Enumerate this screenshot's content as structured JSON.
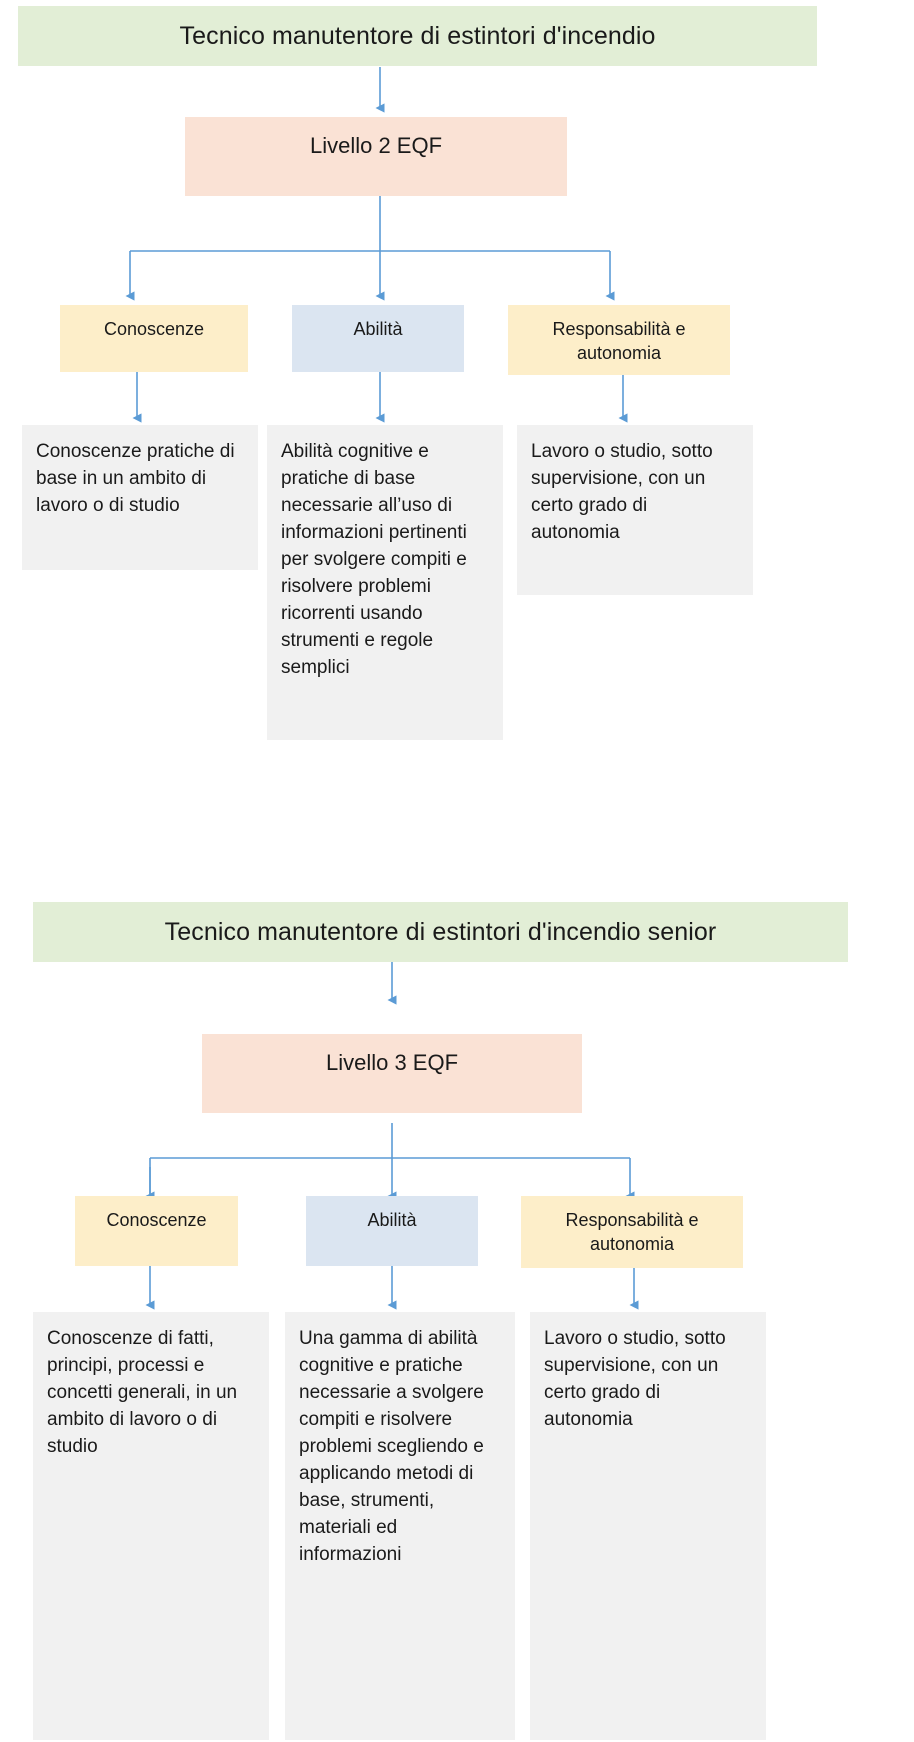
{
  "colors": {
    "title_bg": "#e2eed6",
    "level_bg": "#fae2d5",
    "category_knowledge_bg": "#fdeec9",
    "category_skills_bg": "#dbe5f1",
    "category_responsibility_bg": "#fdeec9",
    "description_bg": "#f1f1f1",
    "connector": "#5b9bd5",
    "text": "#1a1a1a"
  },
  "sections": [
    {
      "id": "section-1",
      "title": "Tecnico manutentore di estintori d'incendio",
      "level": "Livello  2 EQF",
      "categories": [
        {
          "id": "conoscenze",
          "label": "Conoscenze",
          "description": "Conoscenze pratiche di base in un ambito di lavoro o di studio"
        },
        {
          "id": "abilita",
          "label": "Abilità",
          "description": "Abilità cognitive e pratiche di base necessarie all’uso di informazioni pertinenti per svolgere compiti e risolvere problemi ricorrenti usando strumenti e regole semplici"
        },
        {
          "id": "responsabilita-autonomia",
          "label": "Responsabilità e autonomia",
          "description": "Lavoro o studio, sotto supervisione, con un certo grado di autonomia"
        }
      ]
    },
    {
      "id": "section-2",
      "title": "Tecnico manutentore di estintori d'incendio senior",
      "level": "Livello  3 EQF",
      "categories": [
        {
          "id": "conoscenze",
          "label": "Conoscenze",
          "description": "Conoscenze di fatti, principi, processi e concetti generali, in un ambito di lavoro o di studio"
        },
        {
          "id": "abilita",
          "label": "Abilità",
          "description": "Una gamma di abilità cognitive e pratiche necessarie a svolgere compiti e risolvere problemi scegliendo e applicando metodi di base, strumenti, materiali ed informazioni"
        },
        {
          "id": "responsabilita-autonomia",
          "label": "Responsabilità e autonomia",
          "description": "Lavoro o studio, sotto supervisione, con un certo grado di autonomia"
        }
      ]
    }
  ]
}
